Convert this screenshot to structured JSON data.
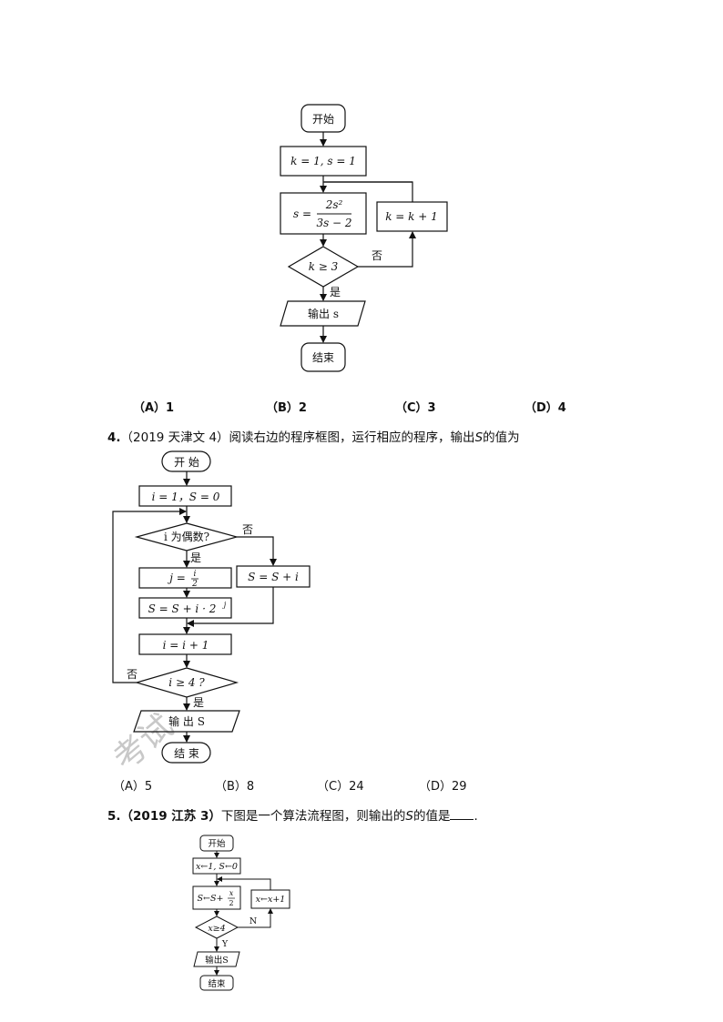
{
  "flowchart1": {
    "start": "开始",
    "init": "k = 1, s = 1",
    "assign_lhs": "s =",
    "assign_num": "2s²",
    "assign_den": "3s − 2",
    "increment": "k = k + 1",
    "condition": "k ≥ 3",
    "no_label": "否",
    "yes_label": "是",
    "output": "输出 s",
    "end": "结束"
  },
  "question3_options": [
    "（A）1",
    "（B）2",
    "（C）3",
    "（D）4"
  ],
  "question4": {
    "number": "4.",
    "text": "（2019 天津文 4）阅读右边的程序框图，运行相应的程序，输出",
    "var": "S",
    "text_end": "的值为",
    "flow": {
      "start": "开  始",
      "init": "i = 1，S = 0",
      "condition1": "i 为偶数?",
      "no1": "否",
      "yes1": "是",
      "j_lhs": "j =",
      "j_num": "i",
      "j_den": "2",
      "s_add": "S = S + i",
      "s_pow": "S = S + i · 2",
      "s_pow_exp": "j",
      "i_inc": "i = i + 1",
      "condition2": "i ≥ 4 ?",
      "no2": "否",
      "yes2": "是",
      "output": "输 出 S",
      "end": "结  束"
    },
    "options": [
      "（A）5",
      "（B）8",
      "（C）24",
      "（D）29"
    ]
  },
  "question5": {
    "number": "5.",
    "source": "（2019 江苏 3）",
    "text": "下图是一个算法流程图，则输出的",
    "var": "S",
    "text_end": "的值是",
    "period": ".",
    "flow": {
      "start": "开始",
      "init": "x←1, S←0",
      "assign_lhs": "S←S+",
      "assign_num": "x",
      "assign_den": "2",
      "increment": "x←x+1",
      "condition": "x≥4",
      "no": "N",
      "yes": "Y",
      "output": "输出S",
      "end": "结束"
    }
  }
}
